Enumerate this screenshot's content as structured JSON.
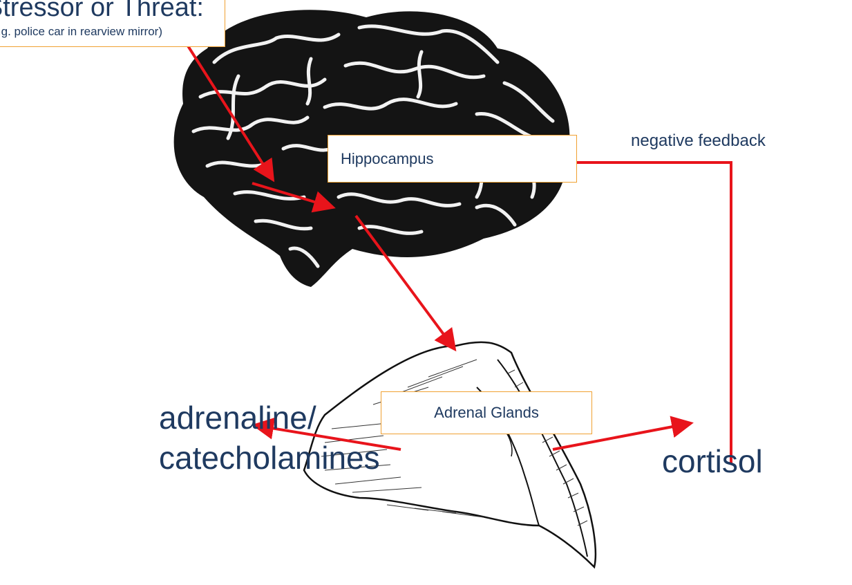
{
  "stressor": {
    "title": "Stressor or Threat:",
    "subtitle": "(e.g. police car in rearview mirror)"
  },
  "labels": {
    "hippocampus": "Hippocampus",
    "adrenal_glands": "Adrenal Glands",
    "negative_feedback": "negative feedback",
    "adrenaline_line1": "adrenaline/",
    "adrenaline_line2": "catecholamines",
    "cortisol": "cortisol"
  },
  "colors": {
    "arrow": "#e8141b",
    "box_border": "#f0a030",
    "text": "#1f3a60",
    "illustration": "#111111"
  },
  "icons": [
    "brain-illustration",
    "adrenal-gland-illustration"
  ]
}
